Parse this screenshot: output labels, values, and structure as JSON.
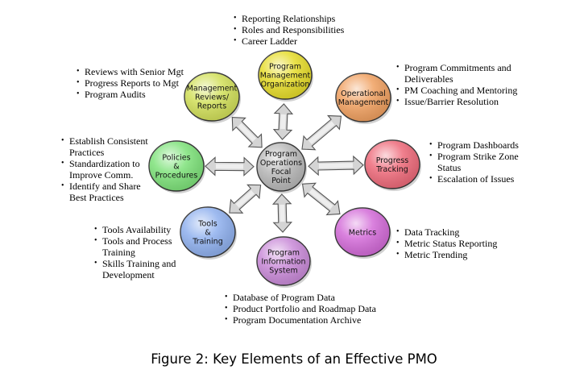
{
  "caption": "Figure 2: Key Elements of an Effective PMO",
  "colors": {
    "center": "#b8b8b8",
    "program_management_organization": "#e6dc2a",
    "operational_management": "#f0a060",
    "progress_tracking": "#ee6a7a",
    "metrics": "#d36bd8",
    "program_information_system": "#c98ad8",
    "tools_training": "#8fb0ee",
    "policies_procedures": "#7ee27a",
    "management_reviews_reports": "#d2e05a",
    "arrow_fill": "#d4d4d4",
    "arrow_stroke": "#555555"
  },
  "center": {
    "lines": [
      "Program",
      "Operations",
      "Focal",
      "Point"
    ]
  },
  "nodes": [
    {
      "id": "program-management-organization",
      "lines": [
        "Program",
        "Management",
        "Organization"
      ],
      "bullets": [
        "Reporting Relationships",
        "Roles and Responsibilities",
        "Career Ladder"
      ]
    },
    {
      "id": "operational-management",
      "lines": [
        "Operational",
        "Management"
      ],
      "bullets": [
        "Program Commitments and Deliverables",
        "PM Coaching and Mentoring",
        "Issue/Barrier Resolution"
      ]
    },
    {
      "id": "progress-tracking",
      "lines": [
        "Progress",
        "Tracking"
      ],
      "bullets": [
        "Program Dashboards",
        "Program Strike Zone Status",
        "Escalation of Issues"
      ]
    },
    {
      "id": "metrics",
      "lines": [
        "Metrics"
      ],
      "bullets": [
        "Data Tracking",
        "Metric Status Reporting",
        "Metric Trending"
      ]
    },
    {
      "id": "program-information-system",
      "lines": [
        "Program",
        "Information",
        "System"
      ],
      "bullets": [
        "Database of Program Data",
        "Product Portfolio and Roadmap Data",
        "Program Documentation Archive"
      ]
    },
    {
      "id": "tools-training",
      "lines": [
        "Tools",
        "&",
        "Training"
      ],
      "bullets": [
        "Tools Availability",
        "Tools and Process Training",
        "Skills Training and Development"
      ]
    },
    {
      "id": "policies-procedures",
      "lines": [
        "Policies",
        "&",
        "Procedures"
      ],
      "bullets": [
        "Establish Consistent Practices",
        "Standardization to Improve Comm.",
        "Identify and Share Best Practices"
      ]
    },
    {
      "id": "management-reviews-reports",
      "lines": [
        "Management",
        "Reviews/",
        "Reports"
      ],
      "bullets": [
        "Reviews with Senior Mgt",
        "Progress Reports to Mgt",
        "Program Audits"
      ]
    }
  ]
}
